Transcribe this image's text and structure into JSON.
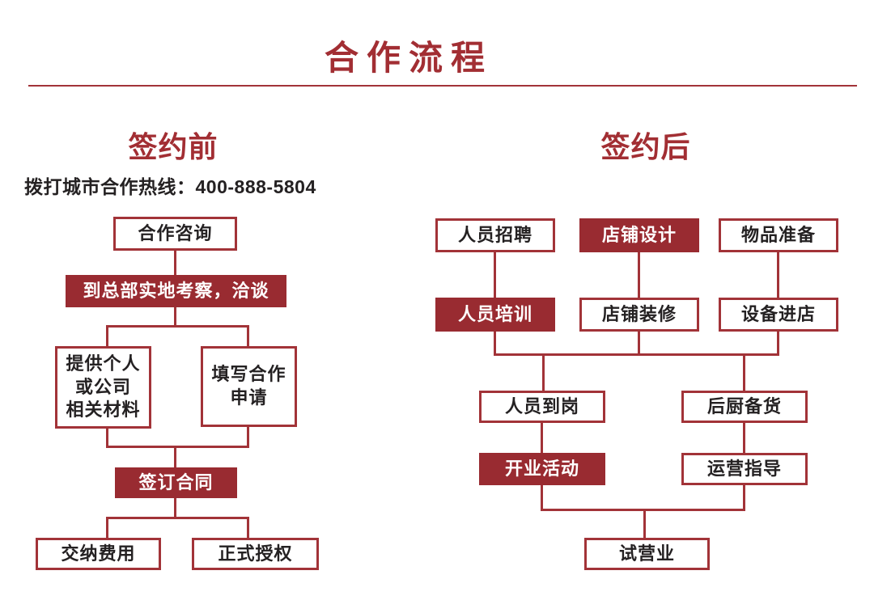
{
  "page": {
    "title": "合作流程"
  },
  "left_section": {
    "heading": "签约前",
    "hotline": "拨打城市合作热线：400-888-5804",
    "nodes": {
      "consult": "合作咨询",
      "site_visit": "到总部实地考察，洽谈",
      "materials": "提供个人\n或公司\n相关材料",
      "application": "填写合作\n申请",
      "sign_contract": "签订合同",
      "pay_fee": "交纳费用",
      "authorization": "正式授权"
    }
  },
  "right_section": {
    "heading": "签约后",
    "nodes": {
      "recruitment": "人员招聘",
      "shop_design": "店铺设计",
      "goods_preparation": "物品准备",
      "staff_training": "人员培训",
      "shop_decoration": "店铺装修",
      "equipment_in": "设备进店",
      "staff_onboard": "人员到岗",
      "kitchen_stock": "后厨备货",
      "opening_event": "开业活动",
      "operation_guidance": "运营指导",
      "trial_opening": "试营业"
    }
  },
  "colors": {
    "accent_red": "#a22e33",
    "line_red": "#a23338",
    "filled_red": "#992b31",
    "text_dark": "#242122",
    "background": "#ffffff"
  }
}
